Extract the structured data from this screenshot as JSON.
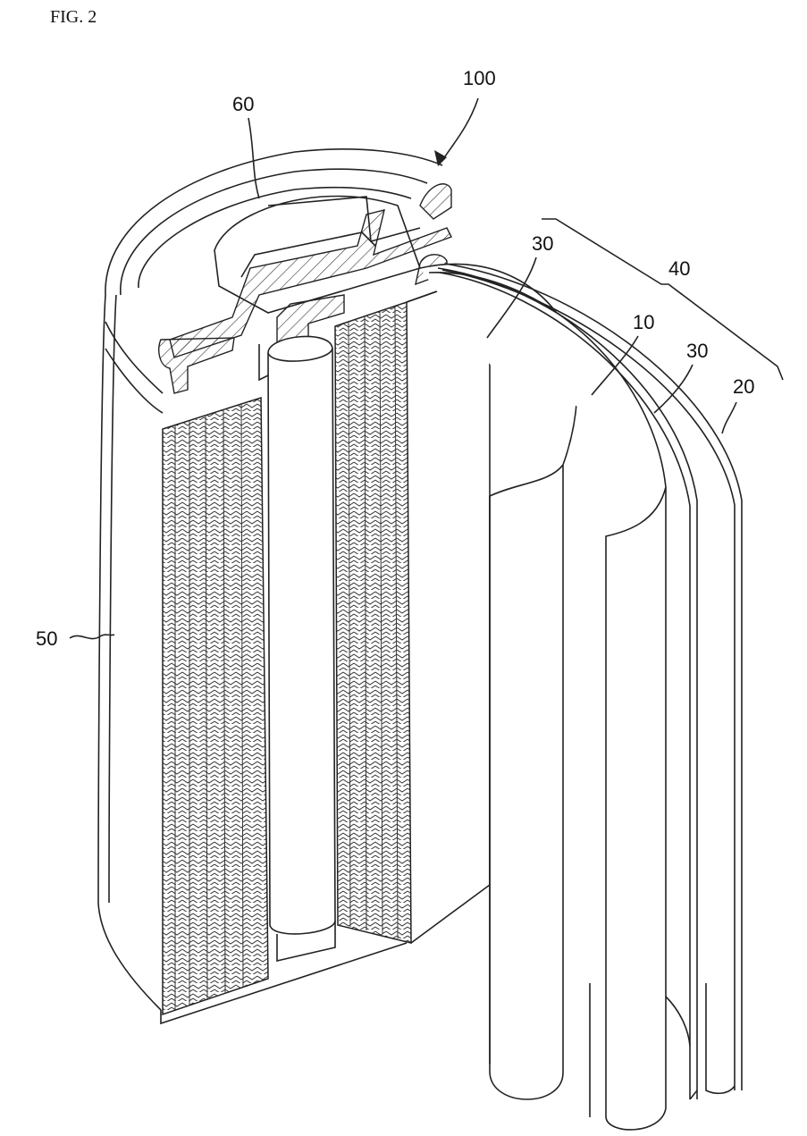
{
  "figure": {
    "title": "FIG. 2"
  },
  "labels": {
    "battery": "100",
    "cap": "60",
    "case": "50",
    "assembly": "40",
    "separator_inner": "30",
    "separator_outer": "30",
    "first_electrode": "10",
    "second_electrode": "20"
  }
}
